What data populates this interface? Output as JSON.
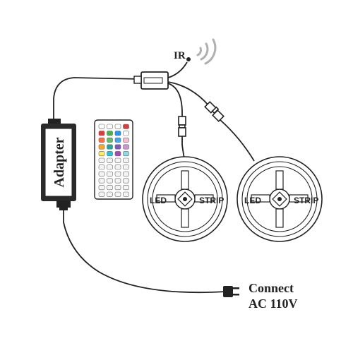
{
  "labels": {
    "ir": "IR",
    "adapter": "Adapter",
    "connect_line1": "Connect",
    "connect_line2": "AC 110V"
  },
  "strips": [
    {
      "left_text": "LED",
      "right_text": "STRIP"
    },
    {
      "left_text": "LED",
      "right_text": "STRIP"
    }
  ],
  "remote": {
    "rows": 11,
    "columns": 4,
    "button_colors": [
      "#e53935",
      "#4caf50",
      "#2196f3",
      "#ffffff",
      "#ff7043",
      "#66bb6a",
      "#42a5f5",
      "#f8bbd0",
      "#ffa726",
      "#26a69a",
      "#7e57c2",
      "#ce93d8",
      "#ffee58",
      "#26c6da",
      "#ab47bc",
      "#80deea"
    ]
  },
  "colors": {
    "line": "#222222",
    "ir_waves": "#b0b0b0",
    "adapter_body": "#2a2a2a",
    "adapter_panel": "#ffffff"
  }
}
